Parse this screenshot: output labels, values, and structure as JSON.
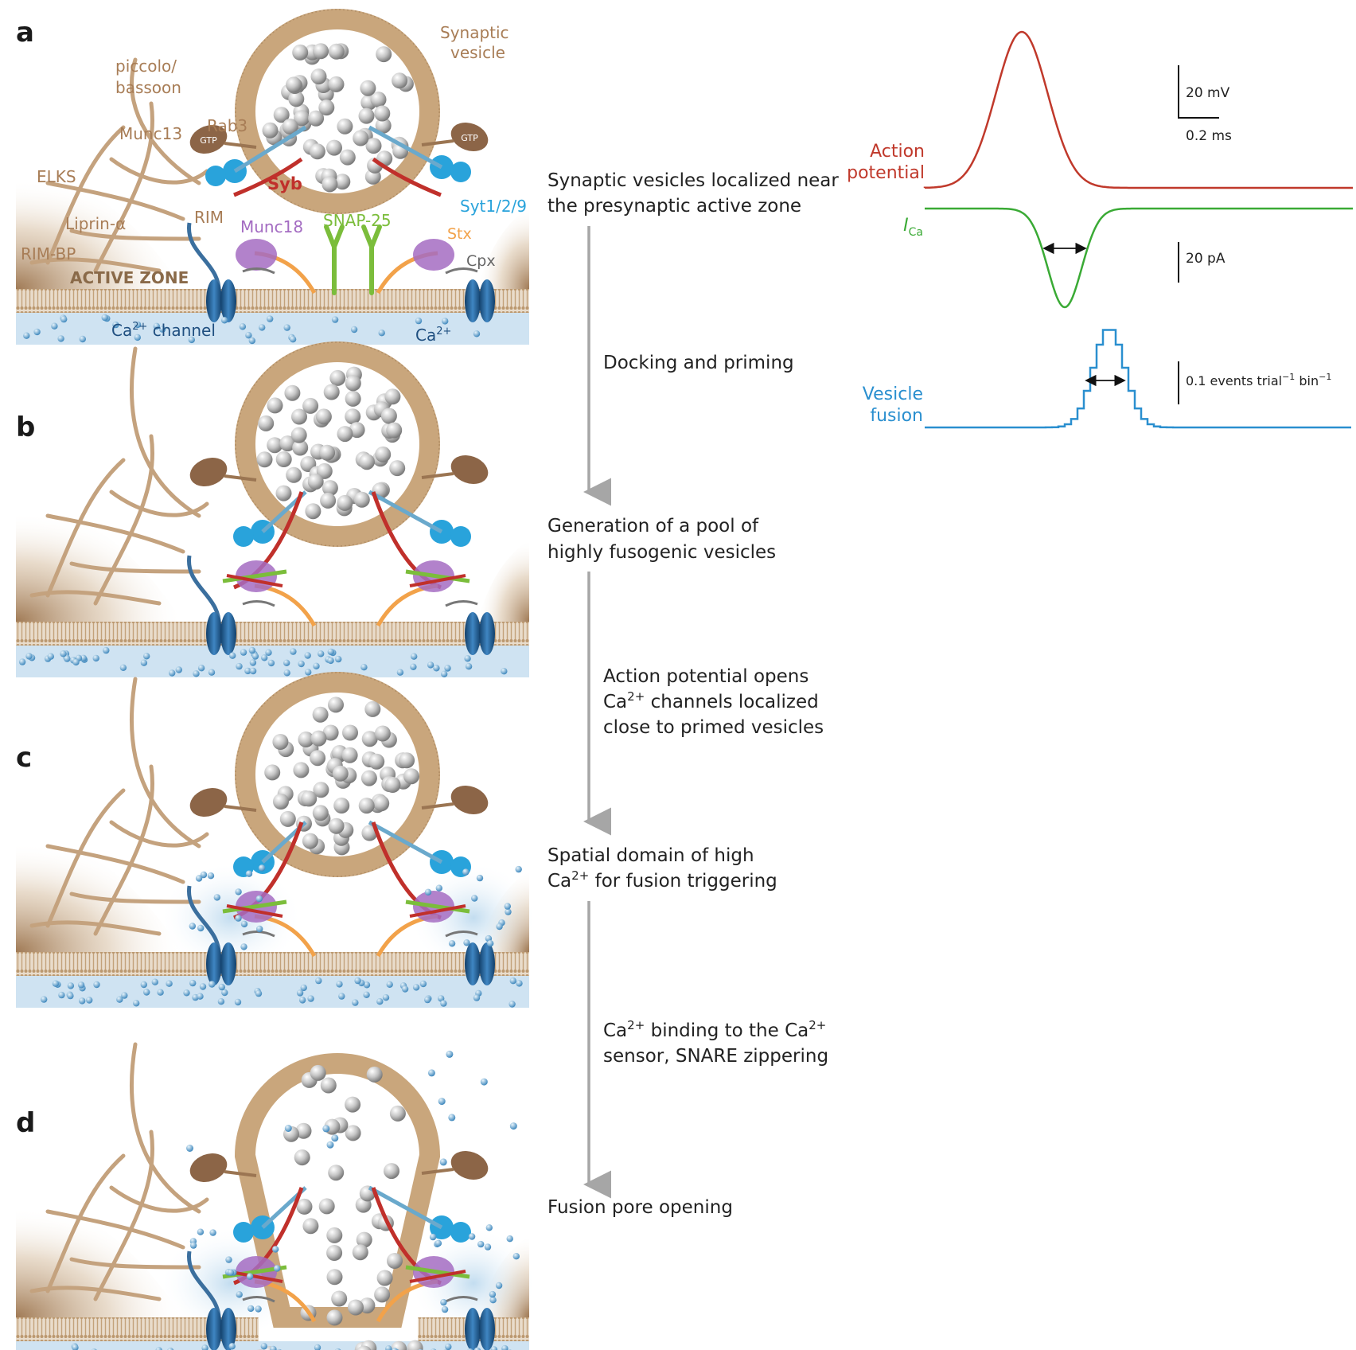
{
  "panels": [
    {
      "letter": "a",
      "stage": "resting"
    },
    {
      "letter": "b",
      "stage": "primed"
    },
    {
      "letter": "c",
      "stage": "ca-influx"
    },
    {
      "letter": "d",
      "stage": "fusion-pore"
    }
  ],
  "labels": {
    "synaptic_vesicle": [
      "Synaptic",
      "vesicle"
    ],
    "piccolo": [
      "piccolo/",
      "bassoon"
    ],
    "munc13": "Munc13",
    "rab3": "Rab3",
    "elks": "ELKS",
    "liprin": "Liprin-α",
    "rim": "RIM",
    "rimbp": "RIM-BP",
    "active_zone": "ACTIVE ZONE",
    "syb": "Syb",
    "syt": "Syt1/2/9",
    "munc18": "Munc18",
    "snap25": "SNAP-25",
    "stx": "Stx",
    "cpx": "Cpx",
    "gtp": "GTP",
    "ca_channel_base": "Ca",
    "ca_channel_sup": "2+",
    "ca_channel_rest": " channel",
    "ca_base": "Ca",
    "ca_sup": "2+"
  },
  "steps": {
    "s1": [
      "Synaptic vesicles localized near",
      "the presynaptic active zone"
    ],
    "t1": "Docking and priming",
    "s2": [
      "Generation of a pool of",
      "highly fusogenic vesicles"
    ],
    "t2_l1": "Action potential opens",
    "t2_l2_base": "Ca",
    "t2_l2_sup": "2+",
    "t2_l2_rest": " channels localized",
    "t2_l3": "close to primed vesicles",
    "s3_l1": "Spatial domain of high",
    "s3_l2_base": "Ca",
    "s3_l2_sup": "2+",
    "s3_l2_rest": " for fusion triggering",
    "t3_l1_a": "Ca",
    "t3_l1_sup1": "2+",
    "t3_l1_b": " binding to the Ca",
    "t3_l1_sup2": "2+",
    "t3_l2": "sensor, SNARE zippering",
    "s4": "Fusion pore opening"
  },
  "traces": {
    "ap_label": [
      "Action",
      "potential"
    ],
    "ica_label_base": "I",
    "ica_label_sub": "Ca",
    "fusion_label": [
      "Vesicle",
      "fusion"
    ],
    "scale_mv": "20 mV",
    "scale_ms": "0.2 ms",
    "scale_pa": "20 pA",
    "scale_events_a": "0.1 events trial",
    "scale_events_sup1": "−1",
    "scale_events_b": " bin",
    "scale_events_sup2": "−1",
    "colors": {
      "ap": "#c0392b",
      "ica": "#3aaa35",
      "fusion": "#2a8fcf"
    }
  },
  "colors": {
    "tan": "#a87d56",
    "membrane": "#c9a67c",
    "vesicle_interior": "#ffffff",
    "cytoplasm_blue": "#cfe3f2",
    "channel_blue": "#1f5d93",
    "syb_red": "#c0302b",
    "syt_blue": "#29a3db",
    "munc18_purple": "#a46cc2",
    "snap25_green": "#7bbd3b",
    "stx_orange": "#f2a24a",
    "arrow_gray": "#a6a6a6"
  }
}
